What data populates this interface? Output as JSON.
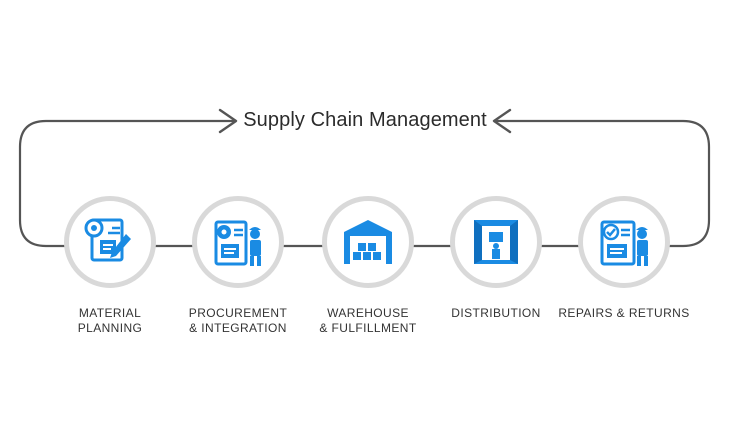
{
  "title": "Supply Chain Management",
  "colors": {
    "accent": "#1a8be3",
    "ring": "#d9d9d9",
    "loop_line": "#555555",
    "text": "#333333"
  },
  "steps": [
    {
      "icon": "planning-document-icon",
      "lines": [
        "MATERIAL",
        "PLANNING"
      ]
    },
    {
      "icon": "procurement-worker-icon",
      "lines": [
        "PROCUREMENT",
        "& INTEGRATION"
      ]
    },
    {
      "icon": "warehouse-icon",
      "lines": [
        "WAREHOUSE",
        "& FULFILLMENT"
      ]
    },
    {
      "icon": "delivery-truck-icon",
      "lines": [
        "DISTRIBUTION"
      ]
    },
    {
      "icon": "repair-technician-icon",
      "lines": [
        "REPAIRS & RETURNS"
      ]
    }
  ]
}
